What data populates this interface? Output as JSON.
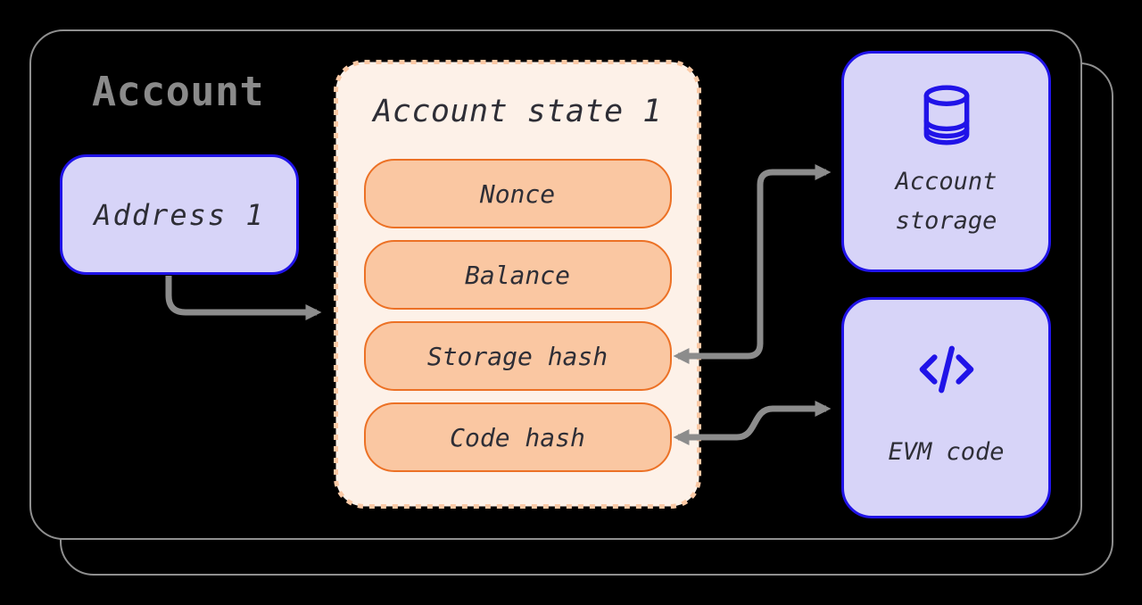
{
  "diagram": {
    "container_label": "Account"
  },
  "address_box": {
    "label": "Address 1"
  },
  "state_box": {
    "title": "Account state 1",
    "fields": [
      {
        "label": "Nonce"
      },
      {
        "label": "Balance"
      },
      {
        "label": "Storage hash"
      },
      {
        "label": "Code hash"
      }
    ]
  },
  "storage_box": {
    "label_line1": "Account",
    "label_line2": "storage",
    "icon": "database-icon"
  },
  "evm_box": {
    "label": "EVM code",
    "icon": "code-icon"
  },
  "arrows": [
    {
      "from": "address-box",
      "to": "account-state-box",
      "direction": "one-way"
    },
    {
      "from": "storage-hash-pill",
      "to": "account-storage-box",
      "direction": "two-way"
    },
    {
      "from": "code-hash-pill",
      "to": "evm-code-box",
      "direction": "two-way"
    }
  ],
  "colors": {
    "background": "#000000",
    "card_outline": "#8f8f8f",
    "title_gray": "#8a8a8a",
    "arrow_gray": "#8c8c8c",
    "node_fill_lavender": "#d7d4f8",
    "node_border_blue": "#2013e8",
    "state_fill_cream": "#fdf1e8",
    "state_border_dash": "#fbc9a5",
    "pill_fill": "#fac7a2",
    "pill_border": "#ec7125",
    "text_dark": "#2e2e36"
  }
}
